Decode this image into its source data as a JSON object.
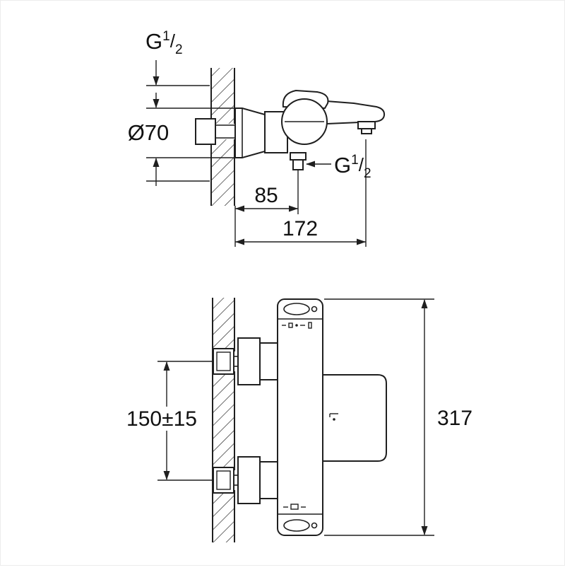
{
  "colors": {
    "line": "#1f1f1f",
    "text": "#111111",
    "background": "#ffffff"
  },
  "top_view": {
    "labels": {
      "thread_top": {
        "letter": "G",
        "numerator": "1",
        "denominator": "2"
      },
      "escutcheon_diameter": "Ø70",
      "thread_outlet": {
        "letter": "G",
        "numerator": "1",
        "denominator": "2"
      },
      "wall_to_outlet_mm": "85",
      "spout_projection_mm": "172"
    }
  },
  "front_view": {
    "labels": {
      "connection_centers_mm": "150±15",
      "overall_height_mm": "317"
    }
  }
}
